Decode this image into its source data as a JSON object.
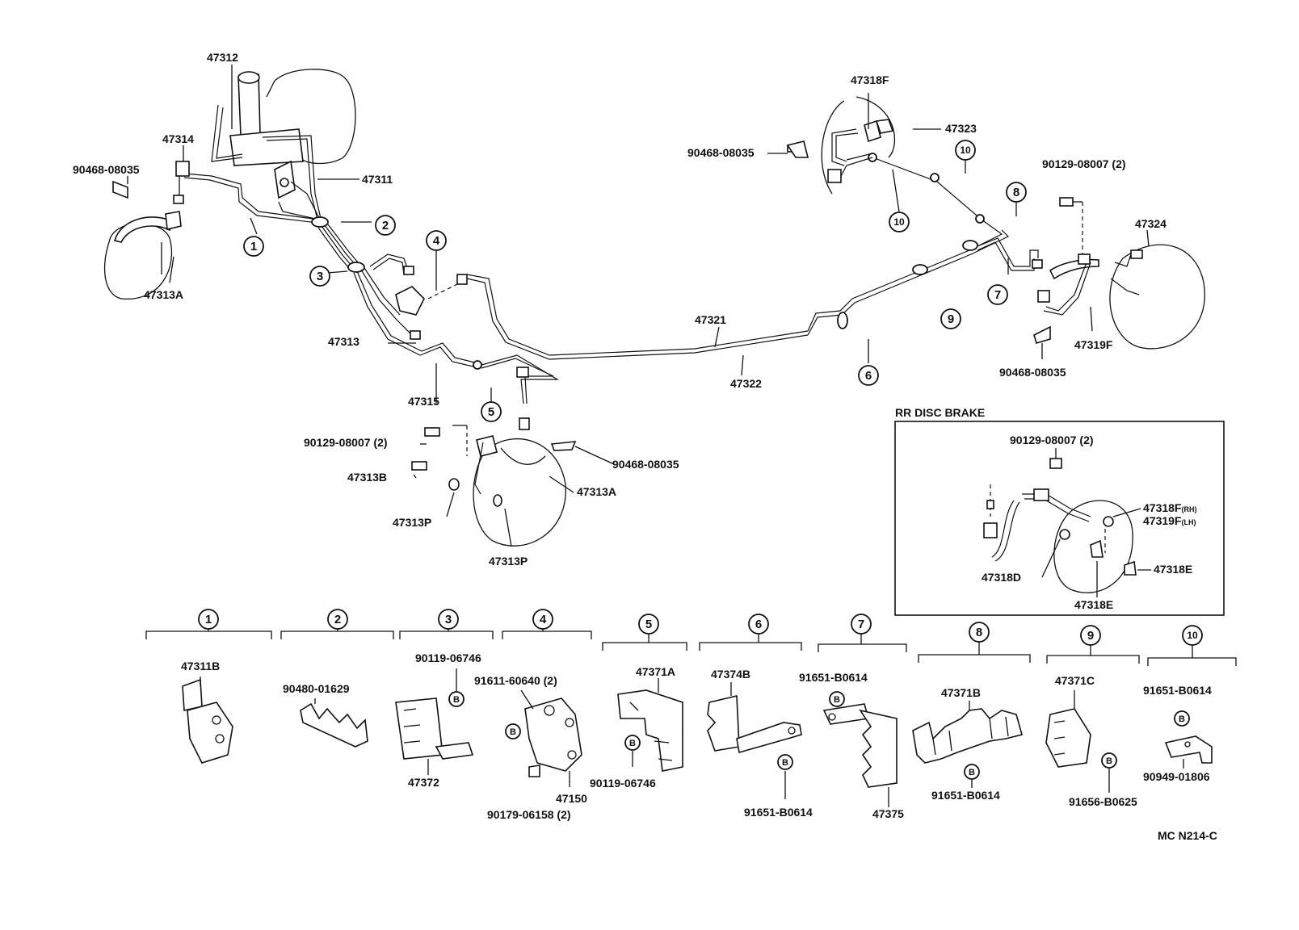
{
  "diagram": {
    "parts": {
      "p47312": "47312",
      "p47314": "47314",
      "p90468_left": "90468-08035",
      "p47311": "47311",
      "p47313A_left": "47313A",
      "p47313": "47313",
      "p47315": "47315",
      "p47321": "47321",
      "p47322": "47322",
      "p90129_mid": "90129-08007 (2)",
      "p47313B": "47313B",
      "p47313P_a": "47313P",
      "p47313P_b": "47313P",
      "p90468_mid": "90468-08035",
      "p47313A_mid": "47313A",
      "p47318F": "47318F",
      "p47323": "47323",
      "p90468_top": "90468-08035",
      "p90129_right": "90129-08007 (2)",
      "p47324": "47324",
      "p47319F": "47319F",
      "p90468_right": "90468-08035"
    },
    "callouts": [
      "1",
      "2",
      "3",
      "4",
      "5",
      "6",
      "7",
      "8",
      "9",
      "10",
      "10",
      "10"
    ],
    "inset": {
      "title": "RR DISC BRAKE",
      "p90129": "90129-08007 (2)",
      "p47318F": "47318F",
      "p47318F_suffix": "(RH)",
      "p47319F": "47319F",
      "p47319F_suffix": "(LH)",
      "p47318D": "47318D",
      "p47318E_a": "47318E",
      "p47318E_b": "47318E"
    },
    "groups": [
      {
        "num": "1",
        "labels": [
          "47311B"
        ]
      },
      {
        "num": "2",
        "labels": [
          "90480-01629"
        ]
      },
      {
        "num": "3",
        "labels": [
          "90119-06746",
          "47372"
        ]
      },
      {
        "num": "4",
        "labels": [
          "91611-60640 (2)",
          "47150",
          "90179-06158 (2)"
        ]
      },
      {
        "num": "5",
        "labels": [
          "47371A",
          "90119-06746"
        ]
      },
      {
        "num": "6",
        "labels": [
          "47374B",
          "91651-B0614"
        ]
      },
      {
        "num": "7",
        "labels": [
          "91651-B0614",
          "47375"
        ]
      },
      {
        "num": "8",
        "labels": [
          "47371B",
          "91651-B0614"
        ]
      },
      {
        "num": "9",
        "labels": [
          "47371C",
          "91656-B0625"
        ]
      },
      {
        "num": "10",
        "labels": [
          "91651-B0614",
          "90949-01806"
        ]
      }
    ],
    "bolt_mark": "B",
    "code": "MC N214-C"
  }
}
